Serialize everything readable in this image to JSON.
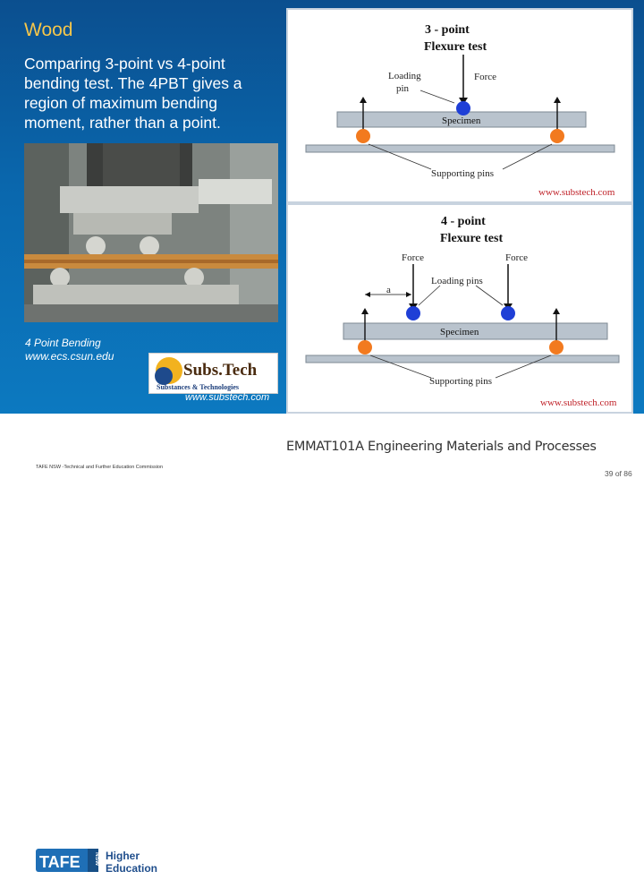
{
  "slide": {
    "title": "Wood",
    "body": "Comparing 3-point vs 4-point bending test. The 4PBT gives a region of maximum bending moment, rather than a point.",
    "caption_line1": "4 Point Bending",
    "caption_line2": "www.ecs.csun.edu",
    "subs_logo_name": "Subs.Tech",
    "subs_logo_sub": "Substances & Technologies",
    "subs_url": "www.substech.com"
  },
  "diagram3": {
    "title_line1": "3 - point",
    "title_line2": "Flexure test",
    "loading_pin_line1": "Loading",
    "loading_pin_line2": "pin",
    "force": "Force",
    "specimen": "Specimen",
    "supporting_pins": "Supporting pins",
    "watermark": "www.substech.com"
  },
  "diagram4": {
    "title_line1": "4 - point",
    "title_line2": "Flexure test",
    "force_left": "Force",
    "force_right": "Force",
    "dim_a": "a",
    "loading_pins": "Loading pins",
    "specimen": "Specimen",
    "supporting_pins": "Supporting pins",
    "watermark": "www.substech.com"
  },
  "footer": {
    "tafe": "TAFE",
    "nsw": "NSW",
    "higher": "Higher",
    "education": "Education",
    "course": "EMMAT101A Engineering Materials and Processes",
    "org": "TAFE NSW -Technical and Further Education Commission",
    "page": "39 of 86"
  },
  "colors": {
    "title": "#f6c64a",
    "slide_bg": "#0a67ad",
    "specimen": "#b9c3cd",
    "pin": "#f27a1f",
    "loading_pin": "#1f3fd6"
  }
}
